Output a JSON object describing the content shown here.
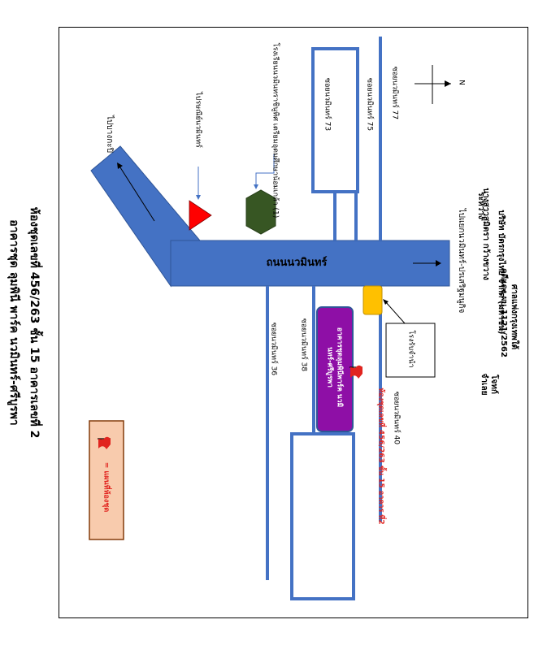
{
  "title": {
    "line1": "ห้องชุดเลขที่ 456/263 ชั้น 15 อาคารเลขที่ 2",
    "line2": "อาคารชุด ลุมพินี พาร์ค นวมินทร์-ศรีบูรพา"
  },
  "case": {
    "court": "ศาลแพ่งกรุงเทพใต้",
    "case_no": "คดีแดง ผบ.1121/2562",
    "between_label": "ระหว่าง",
    "plaintiff": "บริษัท บัตรกรุงไทย จำกัด (มหาชน)",
    "plaintiff_role": "โจทก์",
    "defendant": "นางสาวสุมิตรา  กว้างขวาง",
    "defendant_role": "จำเลย"
  },
  "north_label": "N",
  "roads": {
    "main": "ถนนนวมินทร์",
    "to_bangkapi": "ไปบางกะปิ",
    "to_ramindra": "ไปแยกนวมินทร์-ปรเสริฐมนูกิจ"
  },
  "sois": {
    "soi77": "ซอยนวมินทร์ 77",
    "soi75": "ซอยนวมินทร์ 75",
    "soi73": "ซอยนวมินทร์ 73",
    "soi40": "ซอยนวมินทร์ 40",
    "soi38": "ซอยนวมินทร์ 38",
    "soi36": "ซอยนวมินทร์ 36"
  },
  "landmarks": {
    "post_office": "ไปรษณีย์นวมินทร์",
    "school": "โรงเรียนนวมินทราชินูทิศ เตรียมอุดมศึกษาน้อมเกล้า (1)",
    "shophouse": "โรงรับจำนำ"
  },
  "condo": {
    "name": "อาคารชุดลุมพินีพาร์ค นวมินทร์-ศรีบูรพา",
    "unit_label": "ห้องชุดเลขที่ 456/263 ชั้น 15 อาคาร ที่2"
  },
  "legend": {
    "label": "= แผนที่ห้องชุด"
  },
  "colors": {
    "road": "#4472c4",
    "road_border": "#2f5597",
    "condo": "#8e0fa6",
    "flag": "#e1241f",
    "post_triangle": "#ff0000",
    "school_hex": "#375623",
    "shop_rect": "#ffc000",
    "legend_bg": "#f8cbad",
    "legend_border": "#843c0c",
    "highlight_text": "#e1241f"
  },
  "icons": {
    "flag": "flag-icon",
    "compass": "north-arrow-icon",
    "post": "triangle-marker-icon",
    "school": "hexagon-marker-icon",
    "shop": "rectangle-marker-icon"
  }
}
